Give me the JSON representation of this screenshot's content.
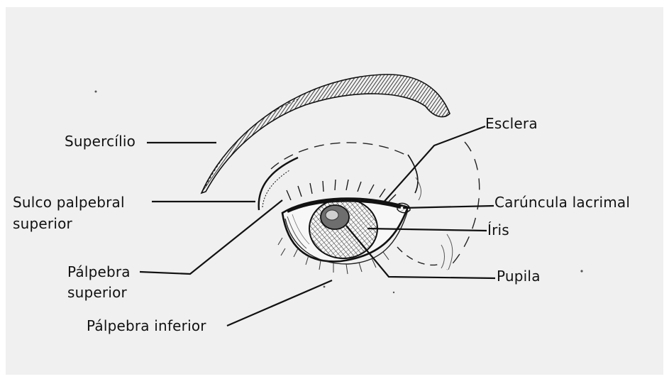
{
  "diagram": {
    "labels": {
      "supercilio": "Supercílio",
      "sulco_line1": "Sulco palpebral",
      "sulco_line2": "superior",
      "palpebra_sup_line1": "Pálpebra",
      "palpebra_sup_line2": "superior",
      "palpebra_inferior": "Pálpebra inferior",
      "esclera": "Esclera",
      "caruncula": "Carúncula lacrimal",
      "iris": "Íris",
      "pupila": "Pupila"
    },
    "colors": {
      "paper": "#f0f0f0",
      "ink": "#111111",
      "border": "#ffffff"
    }
  }
}
